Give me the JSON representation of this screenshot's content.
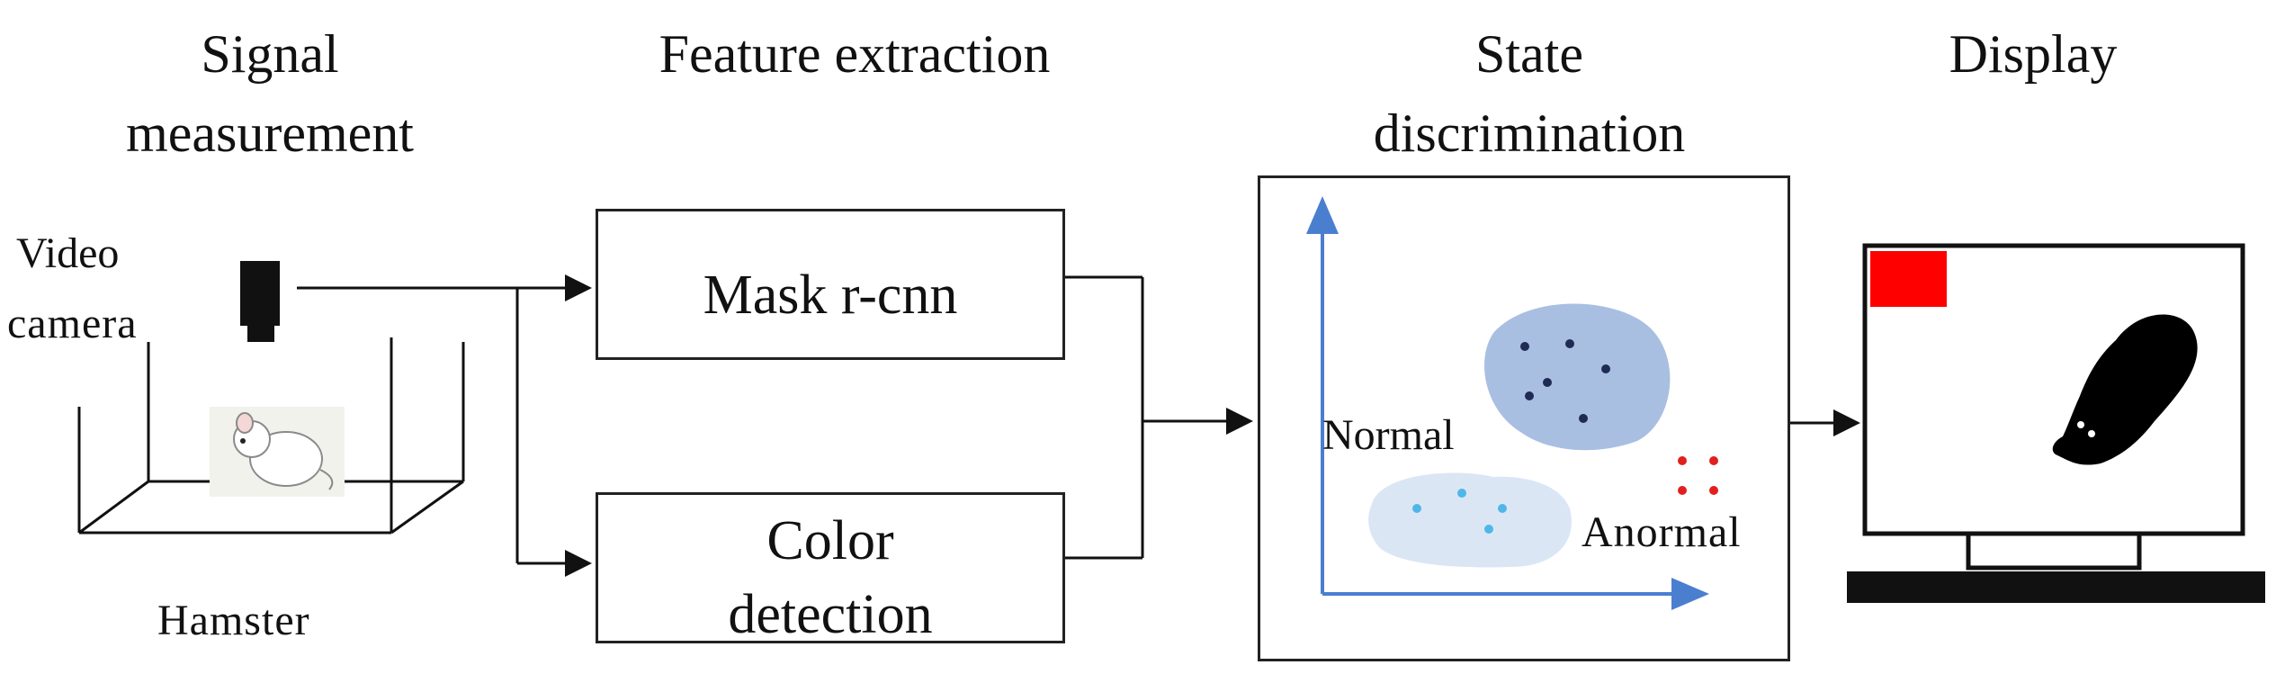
{
  "stages": {
    "signal_measurement": {
      "line1": "Signal",
      "line2": "measurement"
    },
    "feature_extraction": {
      "title": "Feature extraction"
    },
    "state_discrimination": {
      "line1": "State",
      "line2": "discrimination"
    },
    "display": {
      "title": "Display"
    }
  },
  "measurement": {
    "camera_line1": "Video",
    "camera_line2": "camera",
    "subject_label": "Hamster"
  },
  "feature_boxes": {
    "mask": "Mask r-cnn",
    "color_line1": "Color",
    "color_line2": "detection"
  },
  "plot": {
    "normal_label": "Normal",
    "anormal_label": "Anormal"
  },
  "colors": {
    "axis": "#4a7fd0",
    "normal_blob": "#a9bfe1",
    "normal_dots": "#1f2a55",
    "other_blob": "#dbe6f5",
    "other_dots": "#4fb7e8",
    "anormal_dots": "#e21f1f",
    "display_marker": "#ff0000"
  }
}
